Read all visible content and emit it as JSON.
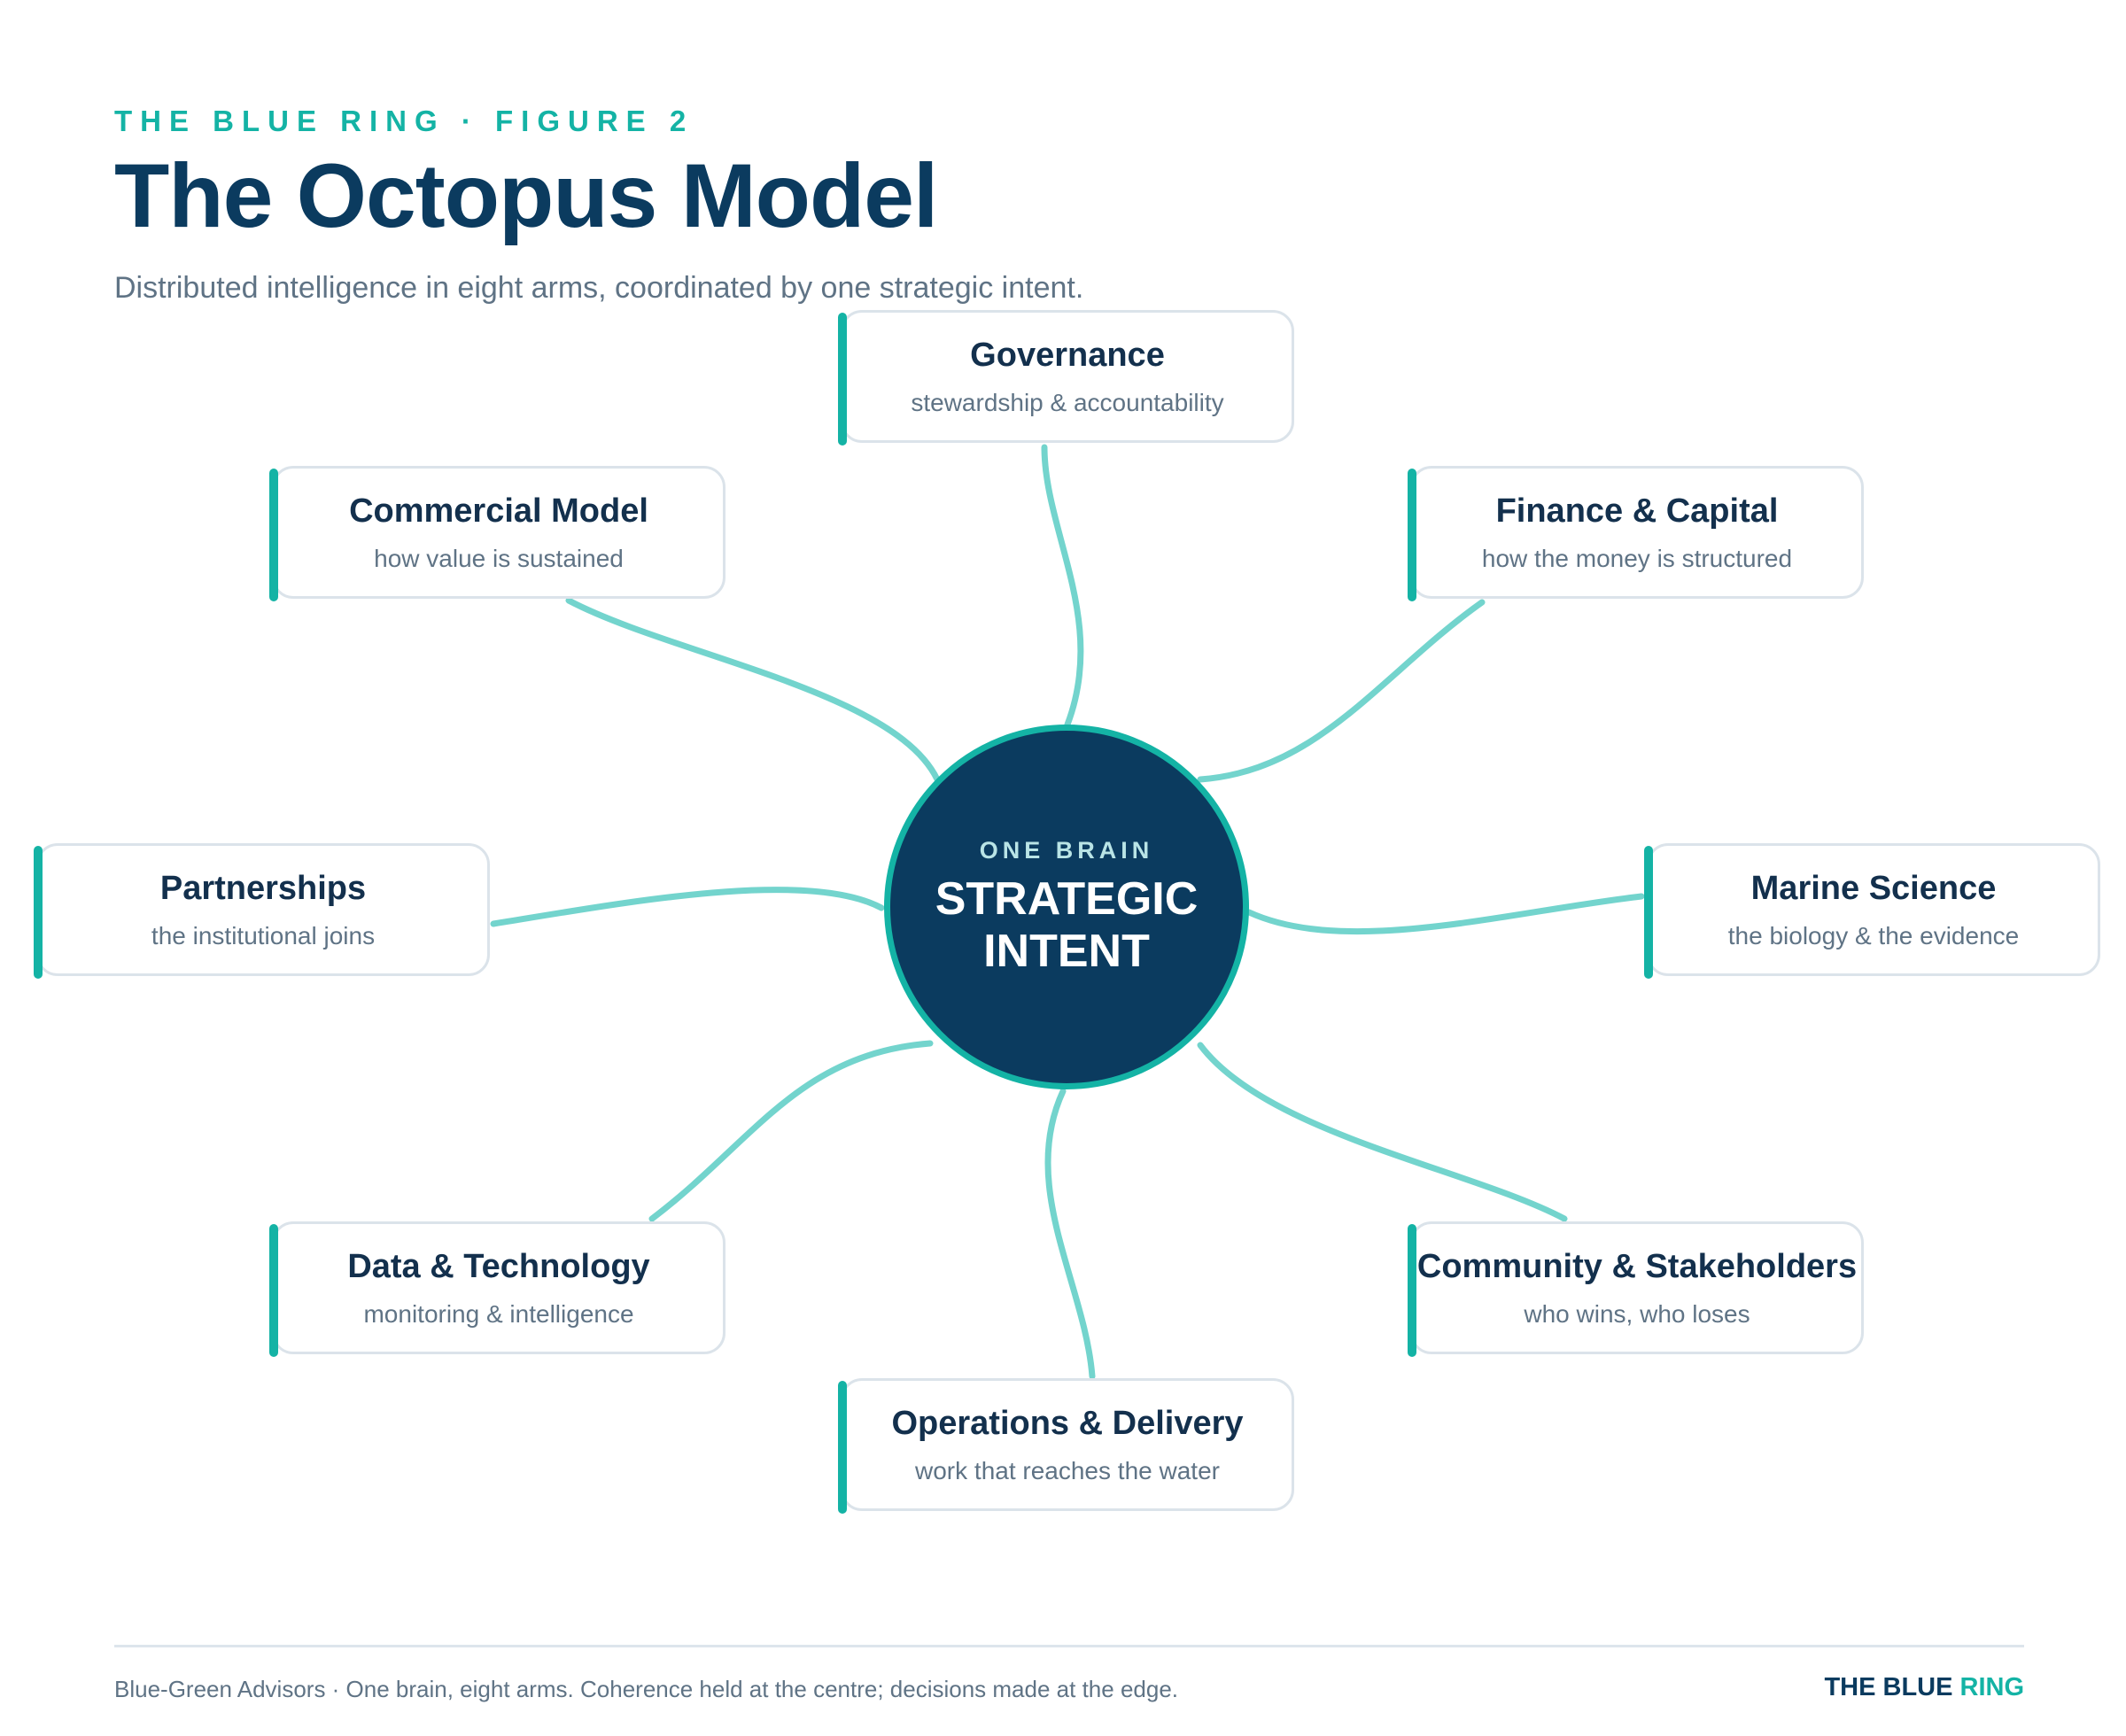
{
  "header": {
    "kicker": "THE BLUE RING · FIGURE 2",
    "title": "The Octopus Model",
    "subtitle": "Distributed intelligence in eight arms, coordinated by one strategic intent."
  },
  "hub": {
    "kicker": "ONE BRAIN",
    "title_line1": "STRATEGIC",
    "title_line2": "INTENT"
  },
  "arms": [
    {
      "label": "Governance",
      "sub": "stewardship & accountability"
    },
    {
      "label": "Finance & Capital",
      "sub": "how the money is structured"
    },
    {
      "label": "Marine Science",
      "sub": "the biology & the evidence"
    },
    {
      "label": "Community & Stakeholders",
      "sub": "who wins, who loses"
    },
    {
      "label": "Operations & Delivery",
      "sub": "work that reaches the water"
    },
    {
      "label": "Data & Technology",
      "sub": "monitoring & intelligence"
    },
    {
      "label": "Partnerships",
      "sub": "the institutional joins"
    },
    {
      "label": "Commercial Model",
      "sub": "how value is sustained"
    }
  ],
  "footer": {
    "text": "Blue-Green Advisors · One brain, eight arms. Coherence held at the centre; decisions made at the edge.",
    "brand_part1": "THE BLUE",
    "brand_part2": "RING"
  },
  "colors": {
    "navy": "#0b3b5f",
    "teal": "#14b3a5",
    "arm_line": "#73d4cd",
    "muted_text": "#5f7385",
    "card_border": "#dbe3ea"
  }
}
